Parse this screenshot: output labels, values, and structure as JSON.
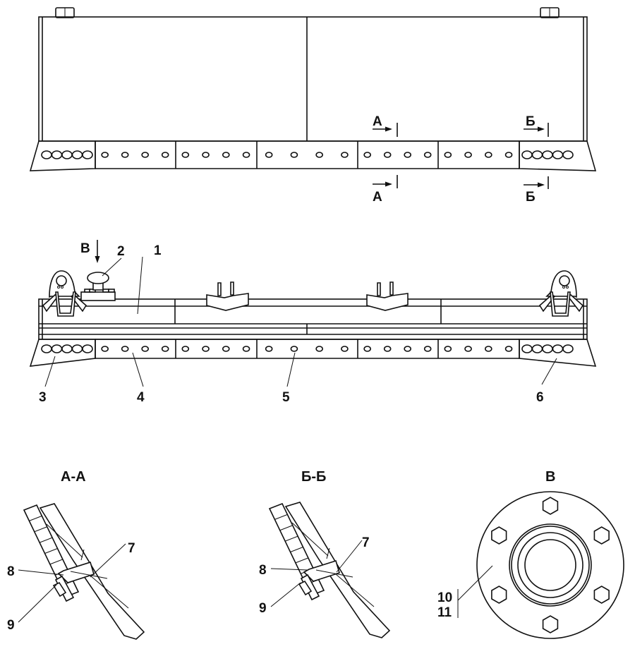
{
  "drawing": {
    "front_view": {
      "section_markers": [
        {
          "id": "A",
          "label": "А"
        },
        {
          "id": "B",
          "label": "Б"
        }
      ]
    },
    "top_view": {
      "view_marker": "В",
      "callouts": [
        {
          "num": "1"
        },
        {
          "num": "2"
        },
        {
          "num": "3"
        },
        {
          "num": "4"
        },
        {
          "num": "5"
        },
        {
          "num": "6"
        }
      ]
    },
    "sections": [
      {
        "title": "А-А",
        "callouts": [
          "7",
          "8",
          "9"
        ]
      },
      {
        "title": "Б-Б",
        "callouts": [
          "7",
          "8",
          "9"
        ]
      }
    ],
    "view_v": {
      "title": "В",
      "callouts": [
        "10",
        "11"
      ],
      "bolt_count": 6
    },
    "colors": {
      "line": "#111111",
      "background": "#ffffff"
    }
  }
}
